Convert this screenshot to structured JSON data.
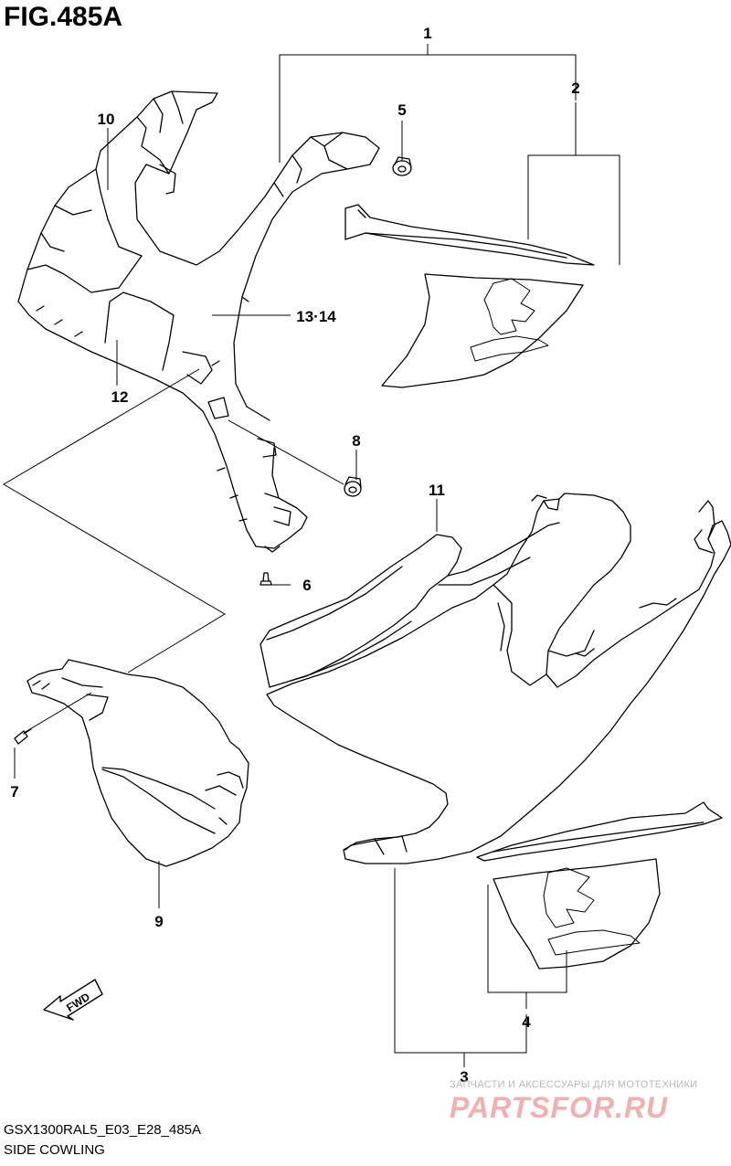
{
  "figure": {
    "title": "FIG.485A",
    "model_code": "GSX1300RAL5_E03_E28_485A",
    "model_name": "SIDE COWLING"
  },
  "callouts": {
    "c1": "1",
    "c2": "2",
    "c3": "3",
    "c4": "4",
    "c5": "5",
    "c6": "6",
    "c7": "7",
    "c8": "8",
    "c9": "9",
    "c10": "10",
    "c11": "11",
    "c12": "12",
    "c13_14": "13·14"
  },
  "fwd_label": "FWD",
  "watermark": {
    "tagline": "ЗАПЧАСТИ И АКСЕССУАРЫ ДЛЯ МОТОТЕХНИКИ",
    "logo": "PARTSFOR.RU"
  }
}
